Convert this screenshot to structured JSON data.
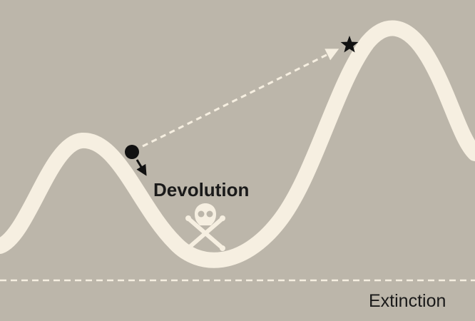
{
  "labels": {
    "devolution": "Devolution",
    "extinction": "Extinction"
  },
  "icons": {
    "start_marker": "filled-circle",
    "peak_marker": "star",
    "hazard": "skull-and-crossbones"
  },
  "colors": {
    "background": "#bcb6aa",
    "curve": "#f6efe1",
    "ink": "#111111",
    "dashed_guide": "#f6efe1"
  }
}
